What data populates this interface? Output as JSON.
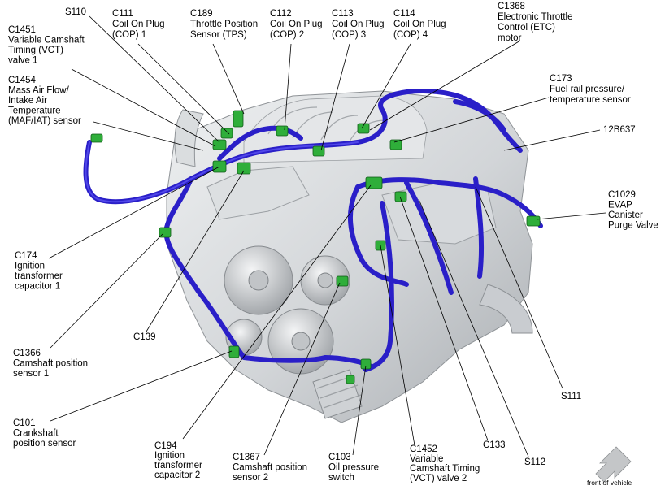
{
  "callouts": [
    {
      "id": "S110",
      "lines": [
        "S110"
      ]
    },
    {
      "id": "C111",
      "lines": [
        "C111",
        "Coil On Plug",
        "(COP) 1"
      ]
    },
    {
      "id": "C189",
      "lines": [
        "C189",
        "Throttle Position",
        "Sensor (TPS)"
      ]
    },
    {
      "id": "C112",
      "lines": [
        "C112",
        "Coil On Plug",
        "(COP) 2"
      ]
    },
    {
      "id": "C113",
      "lines": [
        "C113",
        "Coil On Plug",
        "(COP) 3"
      ]
    },
    {
      "id": "C114",
      "lines": [
        "C114",
        "Coil On Plug",
        "(COP) 4"
      ]
    },
    {
      "id": "C1368",
      "lines": [
        "C1368",
        "Electronic Throttle",
        "Control (ETC)",
        "motor"
      ]
    },
    {
      "id": "C1451",
      "lines": [
        "C1451",
        "Variable Camshaft",
        "Timing (VCT)",
        "valve 1"
      ]
    },
    {
      "id": "C1454",
      "lines": [
        "C1454",
        "Mass Air Flow/",
        "Intake Air",
        "Temperature",
        "(MAF/IAT) sensor"
      ]
    },
    {
      "id": "C173",
      "lines": [
        "C173",
        "Fuel rail pressure/",
        "temperature sensor"
      ]
    },
    {
      "id": "12B637",
      "lines": [
        "12B637"
      ]
    },
    {
      "id": "C1029",
      "lines": [
        "C1029",
        "EVAP",
        "Canister",
        "Purge Valve"
      ]
    },
    {
      "id": "C174",
      "lines": [
        "C174",
        "Ignition",
        "transformer",
        "capacitor 1"
      ]
    },
    {
      "id": "C139",
      "lines": [
        "C139"
      ]
    },
    {
      "id": "C1366",
      "lines": [
        "C1366",
        "Camshaft position",
        "sensor 1"
      ]
    },
    {
      "id": "C101",
      "lines": [
        "C101",
        "Crankshaft",
        "position sensor"
      ]
    },
    {
      "id": "C194",
      "lines": [
        "C194",
        "Ignition",
        "transformer",
        "capacitor 2"
      ]
    },
    {
      "id": "C1367",
      "lines": [
        "C1367",
        "Camshaft position",
        "sensor 2"
      ]
    },
    {
      "id": "C103",
      "lines": [
        "C103",
        "Oil pressure",
        "switch"
      ]
    },
    {
      "id": "C1452",
      "lines": [
        "C1452",
        "Variable",
        "Camshaft Timing",
        "(VCT) valve 2"
      ]
    },
    {
      "id": "C133",
      "lines": [
        "C133"
      ]
    },
    {
      "id": "S112",
      "lines": [
        "S112"
      ]
    },
    {
      "id": "S111",
      "lines": [
        "S111"
      ]
    }
  ],
  "orientation": {
    "label": "front of vehicle",
    "icon": "arrow-icon"
  },
  "colors": {
    "harness": "#2a1fc8",
    "connector": "#2fae3a",
    "engine": "#d6d8da"
  }
}
